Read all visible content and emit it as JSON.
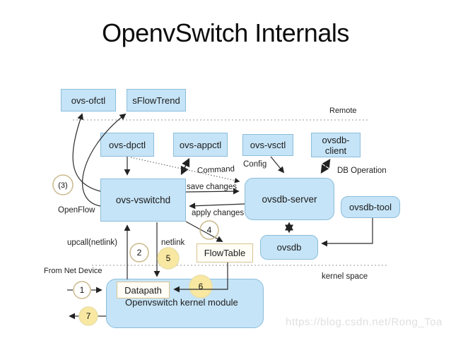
{
  "title": "OpenvSwitch Internals",
  "watermark": "https://blog.csdn.net/Rong_Toa",
  "nodes": {
    "ovs_ofctl": "ovs-ofctl",
    "sflowtrend": "sFlowTrend",
    "ovs_dpctl": "ovs-dpctl",
    "ovs_appctl": "ovs-appctl",
    "ovs_vsctl": "ovs-vsctl",
    "ovsdb_client": "ovsdb-client",
    "ovs_vswitchd": "ovs-vswitchd",
    "ovsdb_server": "ovsdb-server",
    "ovsdb_tool": "ovsdb-tool",
    "ovsdb": "ovsdb",
    "flowtable": "FlowTable",
    "datapath": "Datapath",
    "kernel_module": "Openvswitch kernel module"
  },
  "labels": {
    "remote": "Remote",
    "config": "Config",
    "db_operation": "DB Operation",
    "command": "Command",
    "save_changes": "save changes",
    "apply_changes": "apply changes",
    "openflow": "OpenFlow",
    "upcall": "upcall(netlink)",
    "netlink": "netlink",
    "from_net_device": "From Net Device",
    "kernel_space": "kernel space"
  },
  "steps": {
    "s1": "1",
    "s2": "2",
    "s3": "(3)",
    "s4": "4",
    "s5": "5",
    "s6": "6",
    "s7": "7"
  },
  "colors": {
    "box_fill": "#c6e4f7",
    "box_border": "#8bbddb",
    "note_fill": "#fffdf5",
    "note_border": "#d9c492",
    "step_plain_fill": "#ffffff",
    "step_border": "#cbb98c",
    "step_yellow_fill": "#f8e8a1",
    "line": "#2b2b2b",
    "dashed_line": "#999999"
  }
}
